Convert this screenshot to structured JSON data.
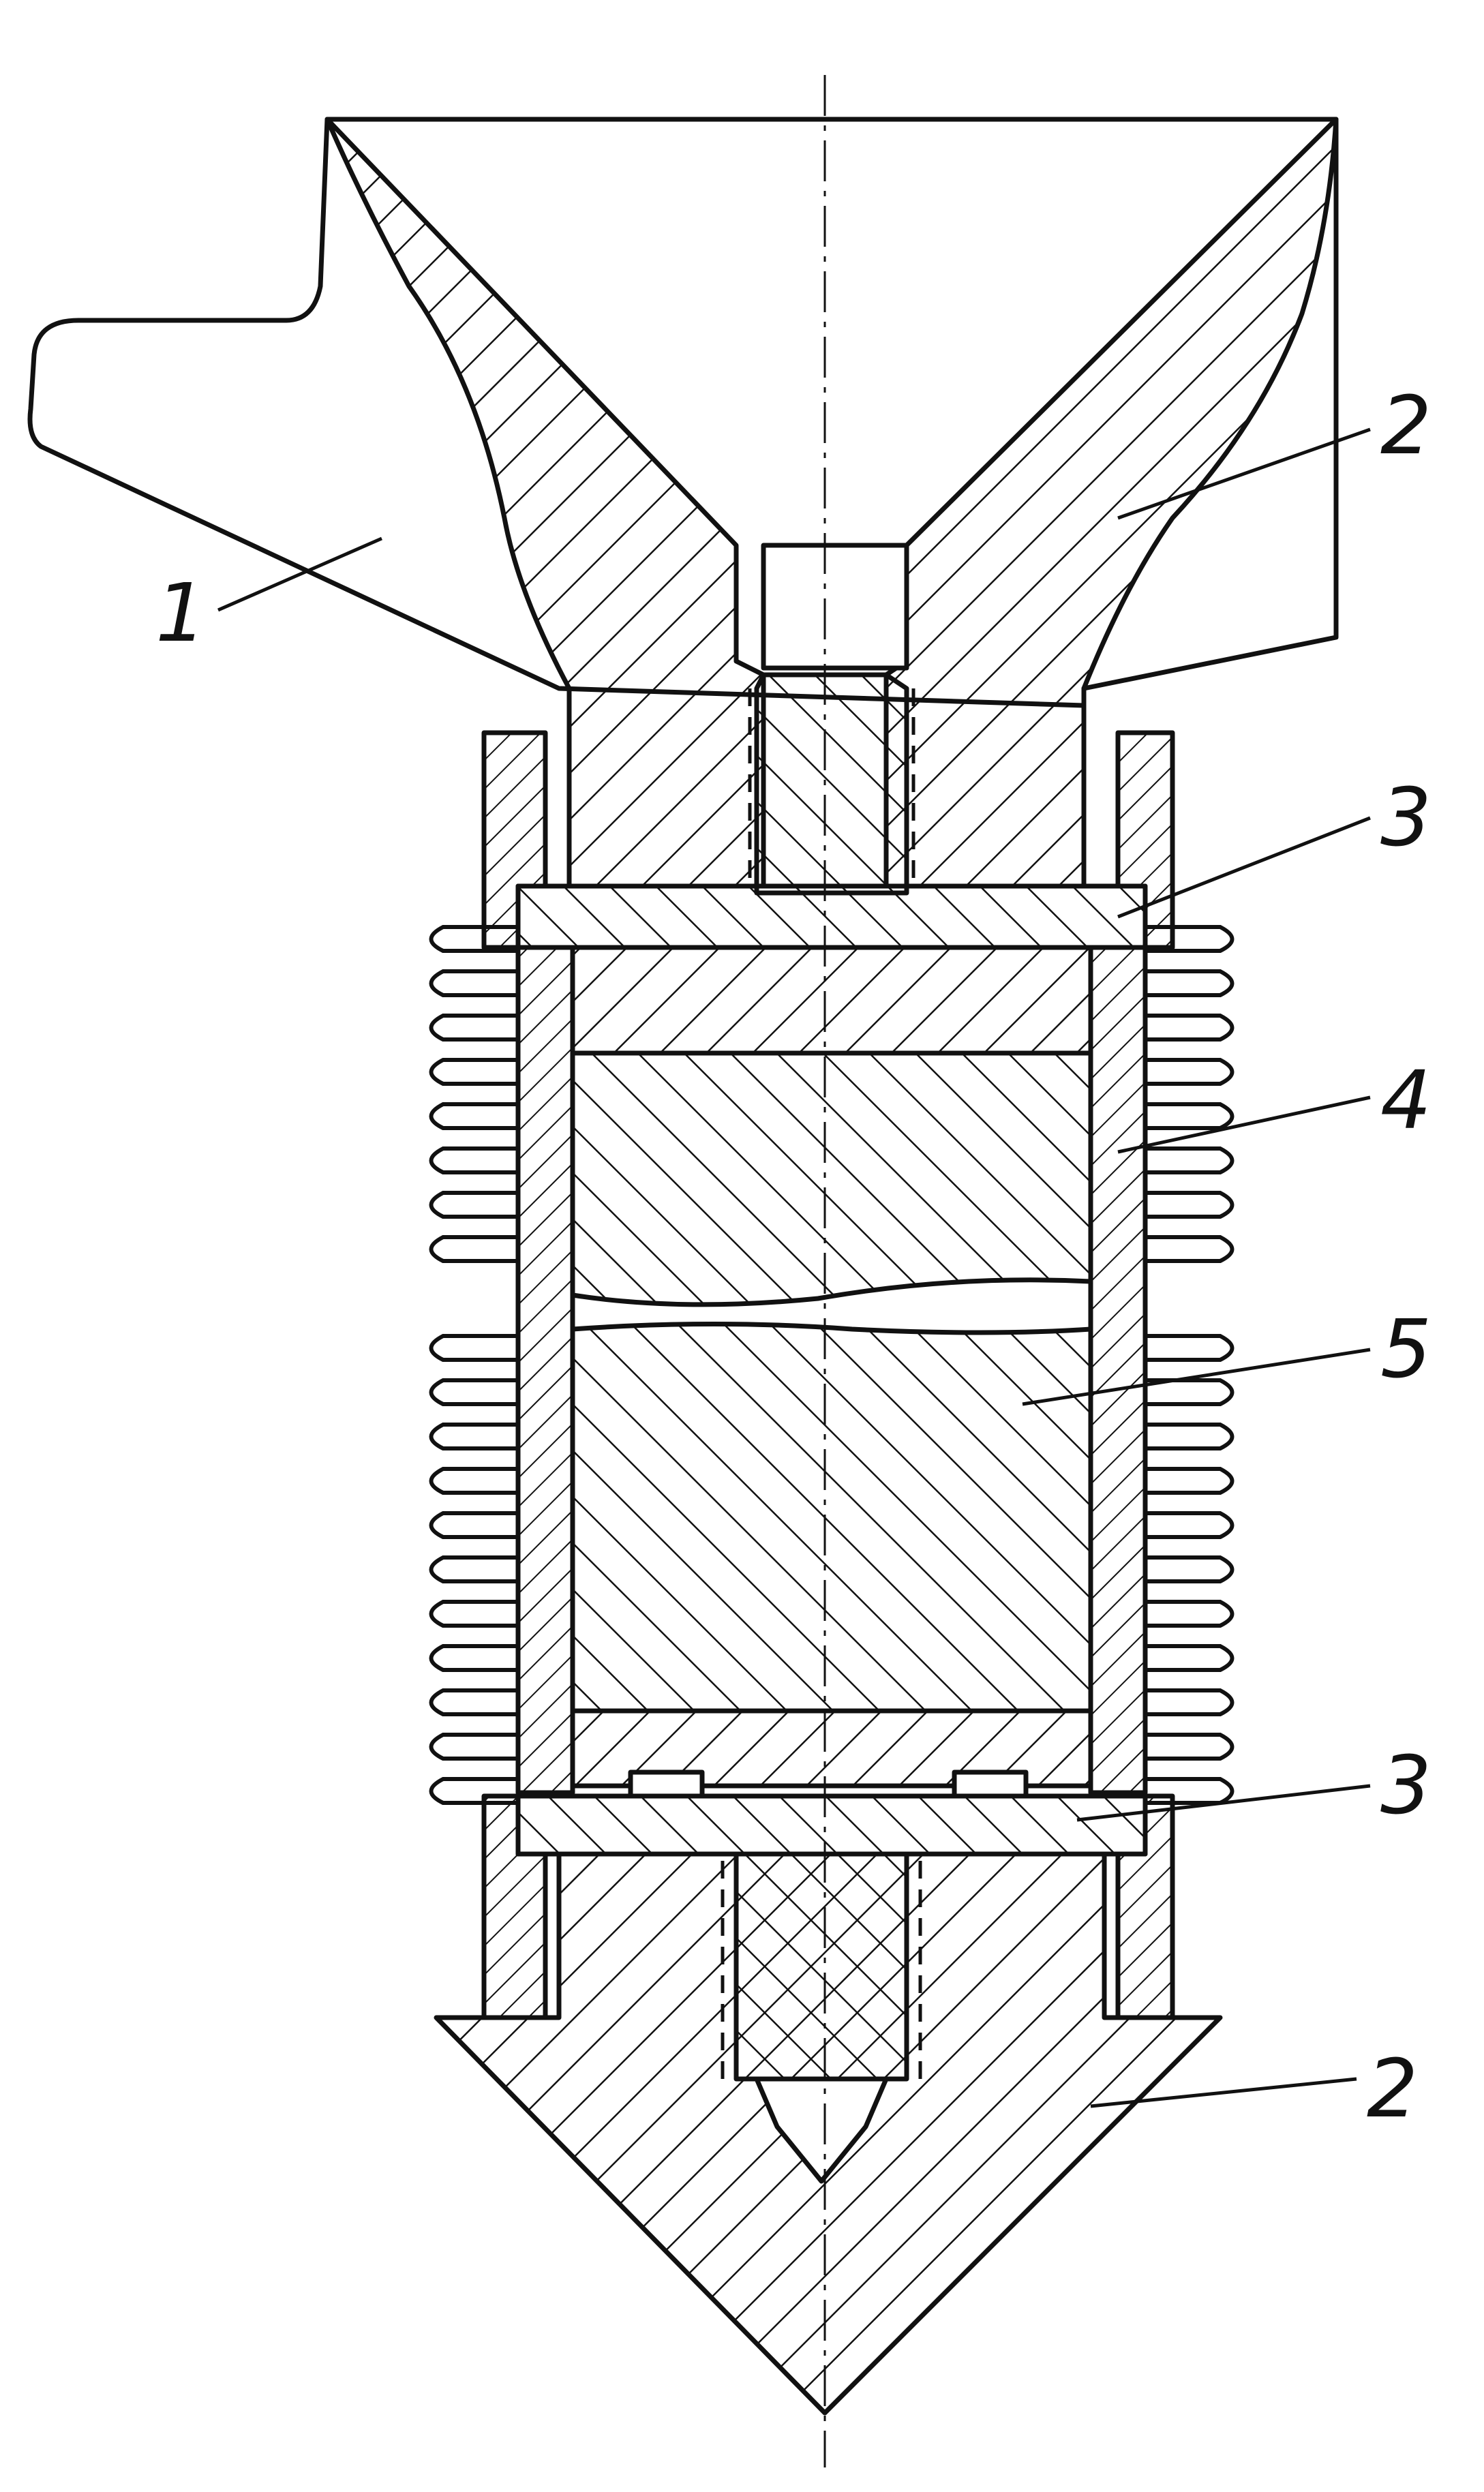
{
  "callouts": {
    "label_1": "1",
    "label_2_top": "2",
    "label_3_top": "3",
    "label_4": "4",
    "label_5": "5",
    "label_3_bottom": "3",
    "label_2_bottom": "2"
  },
  "colors": {
    "ink": "#111111",
    "paper": "#ffffff"
  }
}
